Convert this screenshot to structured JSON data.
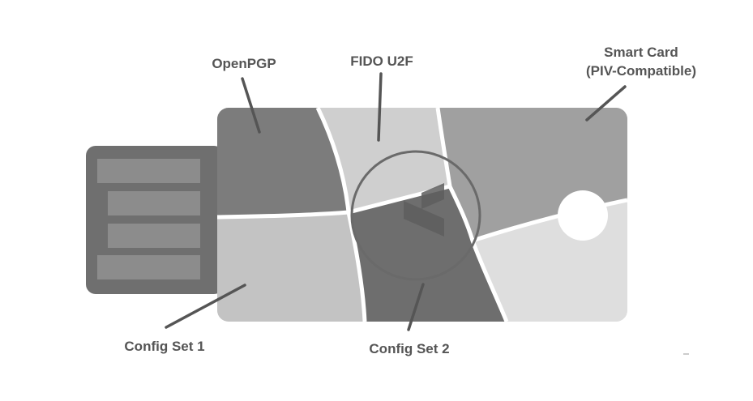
{
  "diagram": {
    "labels": {
      "openpgp": "OpenPGP",
      "fido": "FIDO U2F",
      "smartcard_line1": "Smart Card",
      "smartcard_line2": "(PIV-Compatible)",
      "config1": "Config Set 1",
      "config2": "Config Set 2"
    },
    "colors": {
      "usb_plug": "#6f6f6f",
      "usb_contacts": "#8c8c8c",
      "openpgp": "#7c7c7c",
      "fido": "#cfcfcf",
      "smartcard": "#a0a0a0",
      "config1": "#c3c3c3",
      "config2": "#6e6e6e",
      "lower_right": "#dedede",
      "divider": "#ffffff",
      "leader_line": "#555555",
      "label_text": "#555555"
    }
  }
}
